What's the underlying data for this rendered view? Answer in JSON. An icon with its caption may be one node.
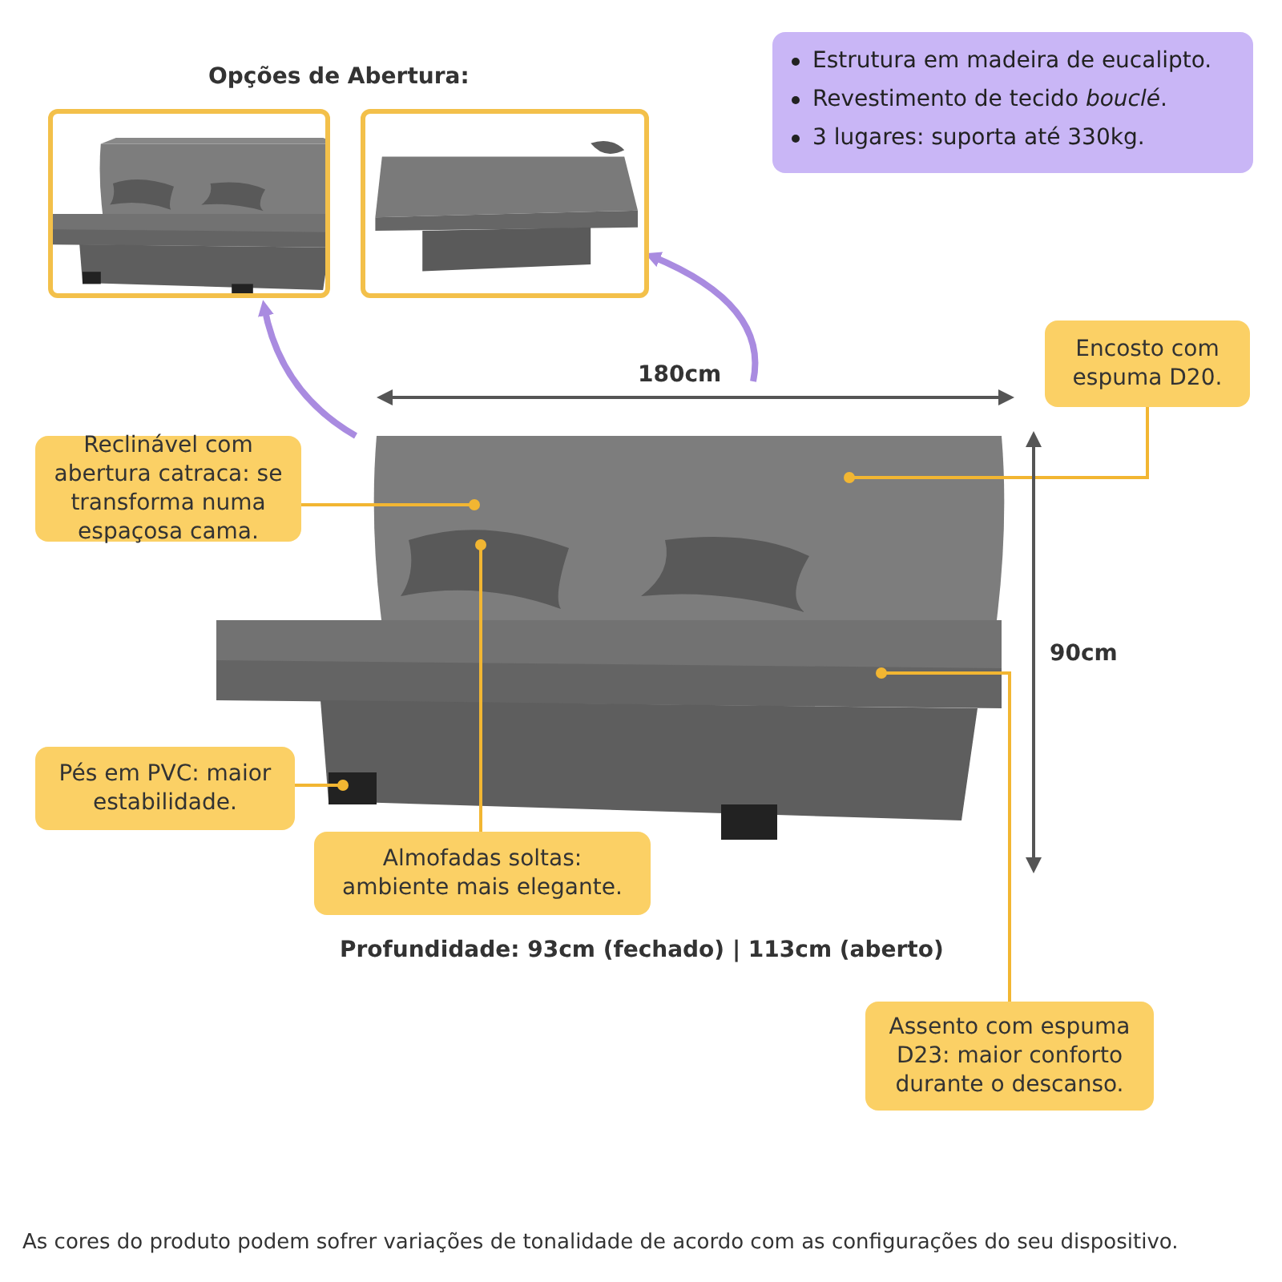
{
  "diagram": {
    "nodes": [
      {
        "text": [],
        "shape": "picture"
      },
      {
        "text": [],
        "shape": "picture"
      },
      {
        "text": [
          "Estrutura em madeira de eucalipto.",
          "Revestimento de tecido *bouclé*.",
          "3 lugares: suporta até 330kg."
        ]
      },
      {
        "text": [],
        "shape": "picture"
      },
      {
        "text": [
          "Encosto com espuma D20."
        ]
      },
      {
        "text": [
          "Reclinável com abertura catraca: se transforma numa espaçosa cama."
        ]
      },
      {
        "text": [
          "Pés em PVC: maior estabilidade."
        ]
      },
      {
        "text": [
          "Almofadas soltas: ambiente mais elegante."
        ]
      },
      {
        "text": [
          "Assento com espuma D23: maior conforto durante o descanso."
        ]
      }
    ],
    "edges": [
      {
        "from": 3,
        "to": 0,
        "arrow": "to",
        "style": "thick",
        "color": "#a98be0"
      },
      {
        "from": 3,
        "to": 1,
        "arrow": "to",
        "style": "thick",
        "color": "#a98be0"
      },
      {
        "from": 4,
        "to": 3,
        "arrow": "other"
      },
      {
        "from": 5,
        "to": 3,
        "arrow": "other"
      },
      {
        "from": 6,
        "to": 3,
        "arrow": "other"
      },
      {
        "from": 7,
        "to": 3,
        "arrow": "other"
      },
      {
        "from": 8,
        "to": 3,
        "arrow": "other"
      }
    ],
    "labels": [
      "Opções de Abertura:",
      "180cm",
      "90cm",
      "Profundidade: 93cm (fechado) | 113cm (aberto)",
      "As cores do produto podem sofrer variações de tonalidade de acordo com as configurações do seu dispositivo."
    ]
  }
}
